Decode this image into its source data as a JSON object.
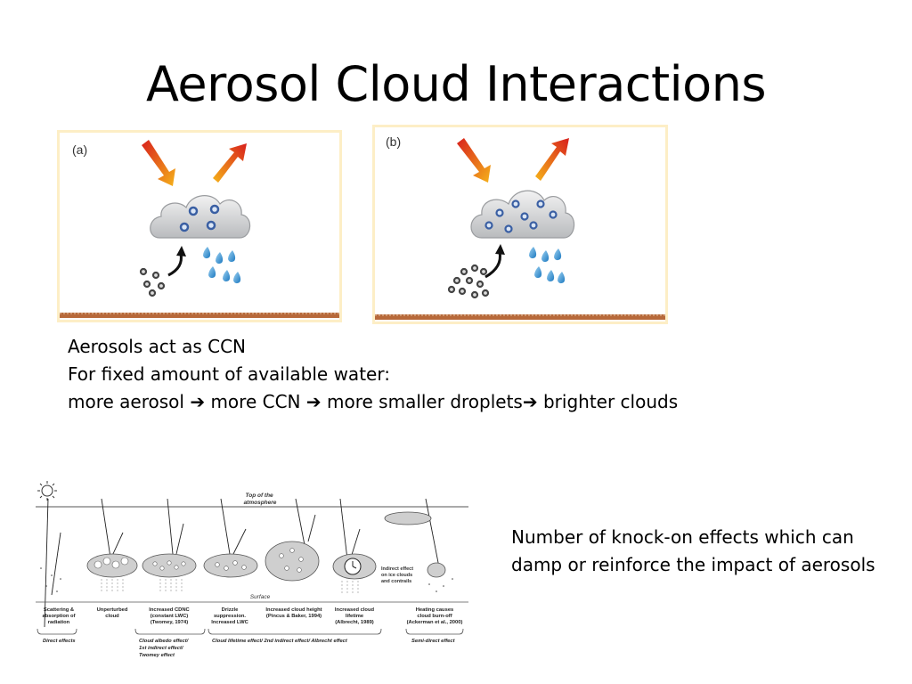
{
  "slide": {
    "title": "Aerosol Cloud Interactions",
    "panel_a_label": "(a)",
    "panel_b_label": "(b)",
    "text_block": {
      "line1": "Aerosols act as CCN",
      "line2": "For fixed amount of available water:",
      "line3_a": "more aerosol",
      "line3_b": "more CCN",
      "line3_c": "more smaller droplets",
      "line3_d": "brighter clouds",
      "arrow": "➔"
    },
    "side_text": "Number of knock-on effects which can damp or reinforce the impact of aerosols"
  },
  "diagram": {
    "top_of_atmosphere": [
      "Top of the",
      "atmosphere"
    ],
    "surface": "Surface",
    "indirect_ice": [
      "Indirect effect",
      "on ice clouds",
      "and contrails"
    ],
    "columns": [
      [
        "Scattering &",
        "absorption of",
        "radiation"
      ],
      [
        "Unperturbed",
        "cloud"
      ],
      [
        "Increased CDNC",
        "(constant LWC)",
        "(Twomey, 1974)"
      ],
      [
        "Drizzle",
        "suppression.",
        "Increased LWC"
      ],
      [
        "Increased cloud height",
        "(Pincus & Baker, 1994)"
      ],
      [
        "Increased cloud",
        "lifetime",
        "(Albrecht, 1989)"
      ],
      [
        "Heating causes",
        "cloud  burn-off",
        "(Ackerman et al., 2000)"
      ]
    ],
    "groups": {
      "direct": "Direct effects",
      "albedo": [
        "Cloud albedo effect/",
        "1st indirect effect/",
        "Twomey effect"
      ],
      "lifetime": "Cloud lifetime effect/ 2nd indirect effect/ Albrecht effect",
      "semi": "Semi-direct effect"
    }
  }
}
